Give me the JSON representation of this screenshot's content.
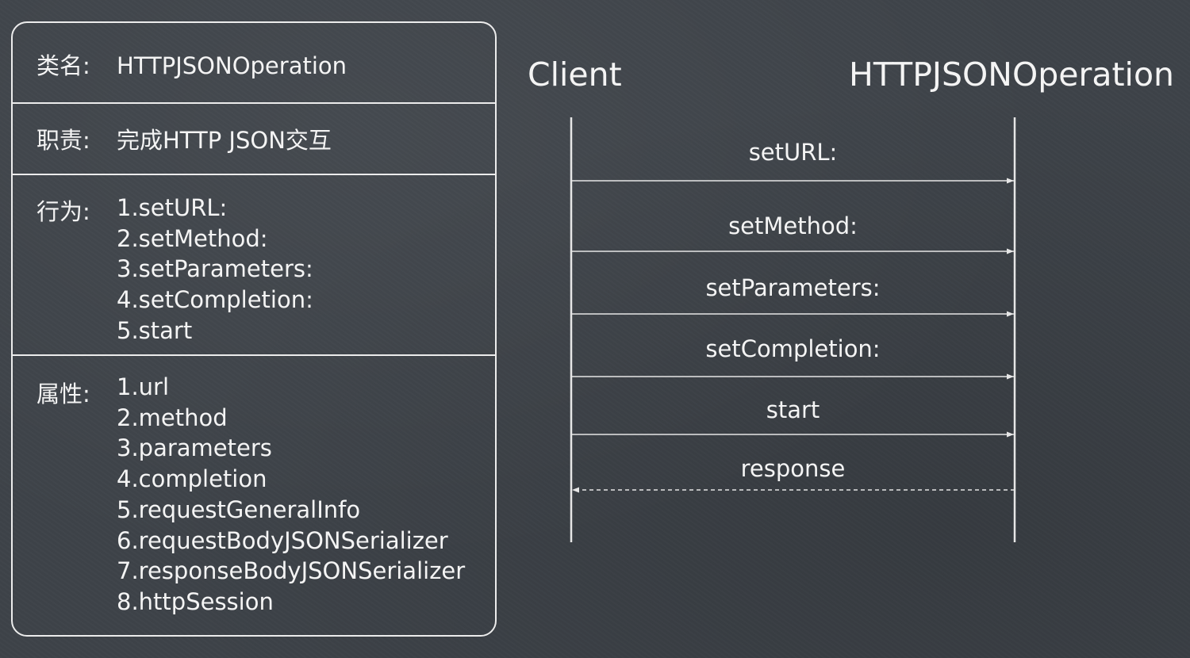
{
  "class_card": {
    "name": {
      "label": "类名:",
      "value": "HTTPJSONOperation"
    },
    "responsibility": {
      "label": "职责:",
      "value": "完成HTTP JSON交互"
    },
    "behaviors": {
      "label": "行为:",
      "items": [
        "1.setURL:",
        "2.setMethod:",
        "3.setParameters:",
        "4.setCompletion:",
        "5.start"
      ]
    },
    "attributes": {
      "label": "属性:",
      "items": [
        "1.url",
        "2.method",
        "3.parameters",
        "4.completion",
        "5.requestGeneralInfo",
        "6.requestBodyJSONSerializer",
        "7.responseBodyJSONSerializer",
        "8.httpSession"
      ]
    }
  },
  "sequence": {
    "participants": [
      "Client",
      "HTTPJSONOperation"
    ],
    "messages": [
      {
        "label": "setURL:",
        "from": "Client",
        "to": "HTTPJSONOperation",
        "style": "solid"
      },
      {
        "label": "setMethod:",
        "from": "Client",
        "to": "HTTPJSONOperation",
        "style": "solid"
      },
      {
        "label": "setParameters:",
        "from": "Client",
        "to": "HTTPJSONOperation",
        "style": "solid"
      },
      {
        "label": "setCompletion:",
        "from": "Client",
        "to": "HTTPJSONOperation",
        "style": "solid"
      },
      {
        "label": "start",
        "from": "Client",
        "to": "HTTPJSONOperation",
        "style": "solid"
      },
      {
        "label": "response",
        "from": "HTTPJSONOperation",
        "to": "Client",
        "style": "dashed"
      }
    ]
  },
  "colors": {
    "background": "#3e4349",
    "chalk": "#f4f4f4",
    "line": "#e6e6e6"
  }
}
